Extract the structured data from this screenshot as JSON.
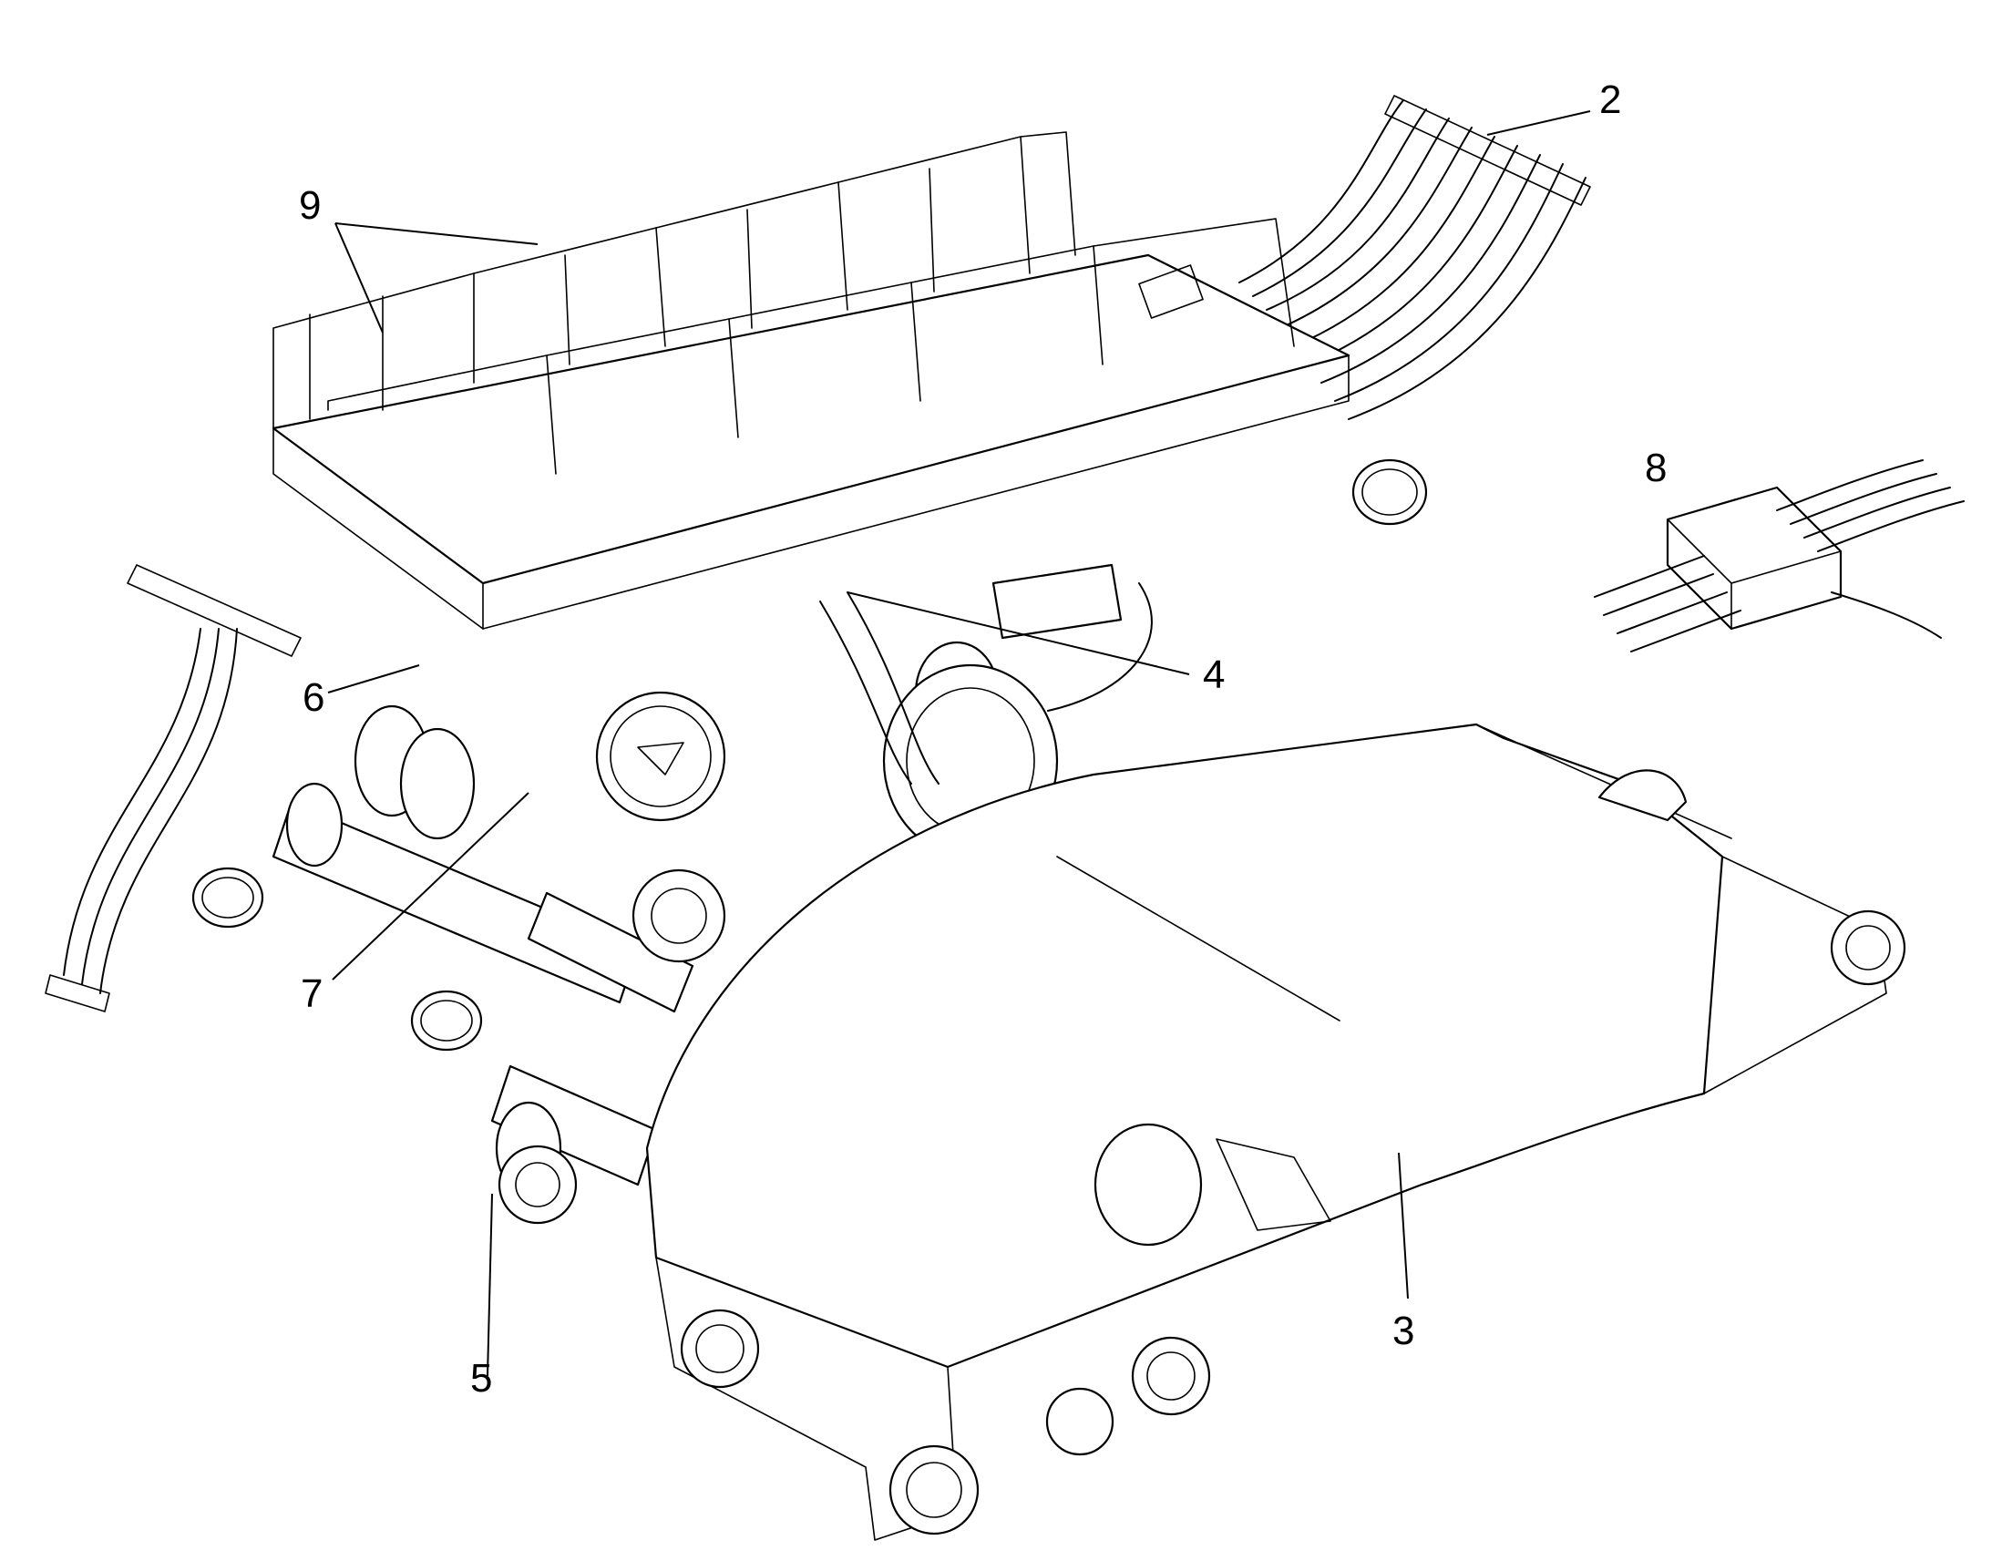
{
  "callouts": [
    {
      "id": "2",
      "label": "2"
    },
    {
      "id": "3",
      "label": "3"
    },
    {
      "id": "4",
      "label": "4"
    },
    {
      "id": "5",
      "label": "5"
    },
    {
      "id": "6",
      "label": "6"
    },
    {
      "id": "7",
      "label": "7"
    },
    {
      "id": "8",
      "label": "8"
    },
    {
      "id": "9",
      "label": "9"
    }
  ],
  "colors": {
    "line": "#000000",
    "background": "#ffffff"
  }
}
